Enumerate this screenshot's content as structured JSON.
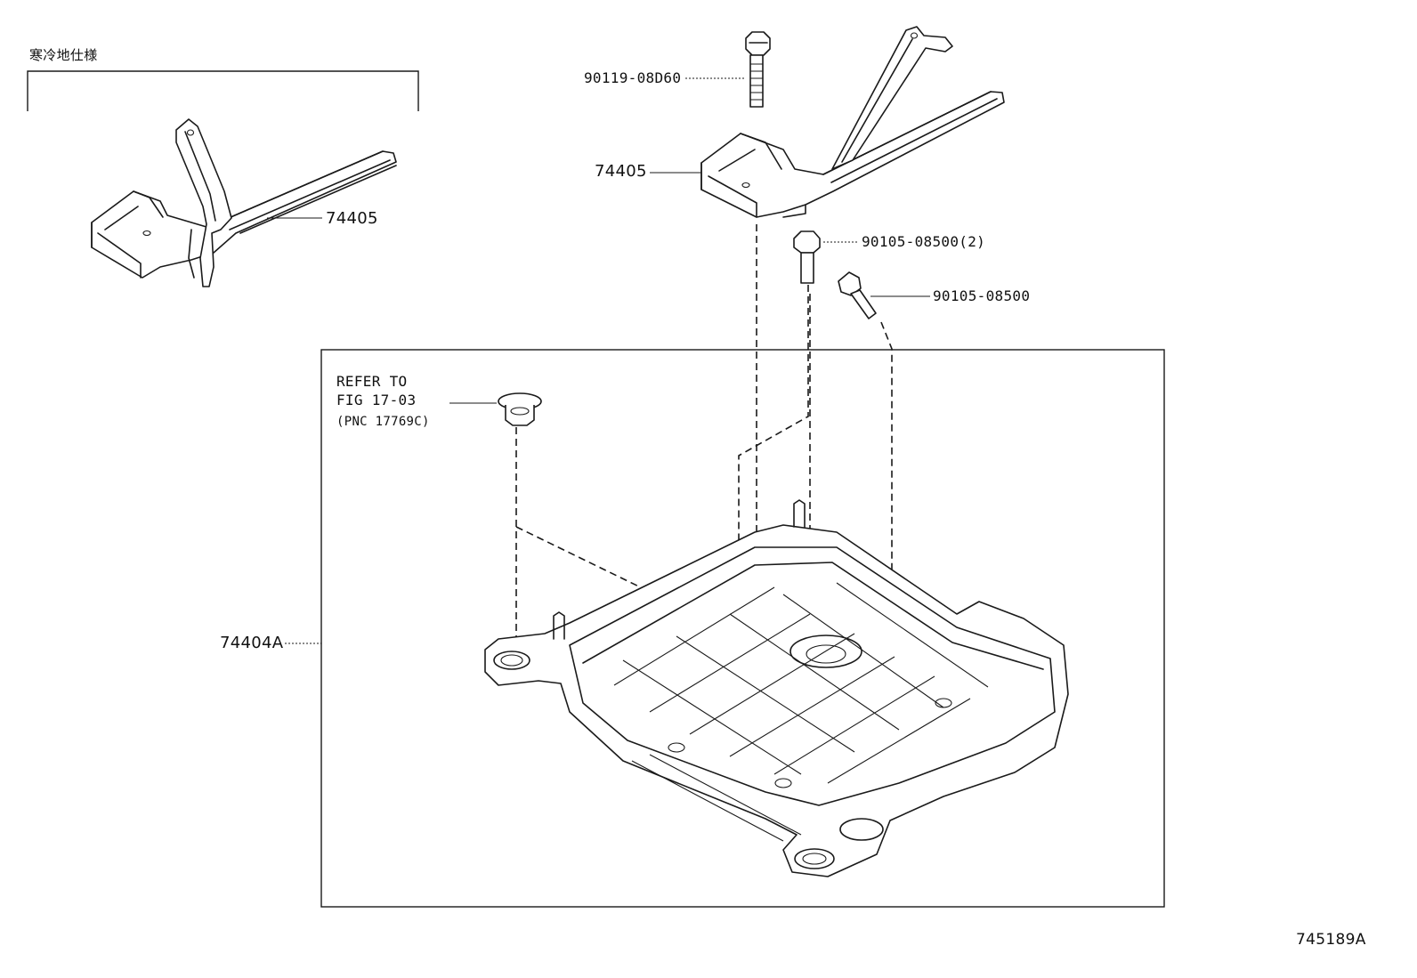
{
  "variant_label": "寒冷地仕様",
  "callouts": {
    "bracket_cold": "74405",
    "bolt_top": "90119-08D60",
    "bracket_main": "74405",
    "bolt_pair": "90105-08500(2)",
    "bolt_single": "90105-08500",
    "tray": "74404A"
  },
  "reference": {
    "line1": "REFER TO",
    "line2": "FIG 17-03",
    "line3": "(PNC 17769C)"
  },
  "figure_id": "745189A"
}
